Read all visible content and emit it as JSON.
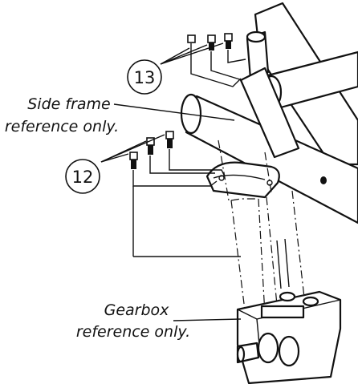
{
  "callouts": [
    {
      "number": "13"
    },
    {
      "number": "12"
    }
  ],
  "labels": {
    "side_frame_line1": "Side frame",
    "side_frame_line2": "reference only.",
    "gearbox_line1": "Gearbox",
    "gearbox_line2": "reference only."
  },
  "colors": {
    "line": "#111111",
    "background": "#ffffff"
  }
}
